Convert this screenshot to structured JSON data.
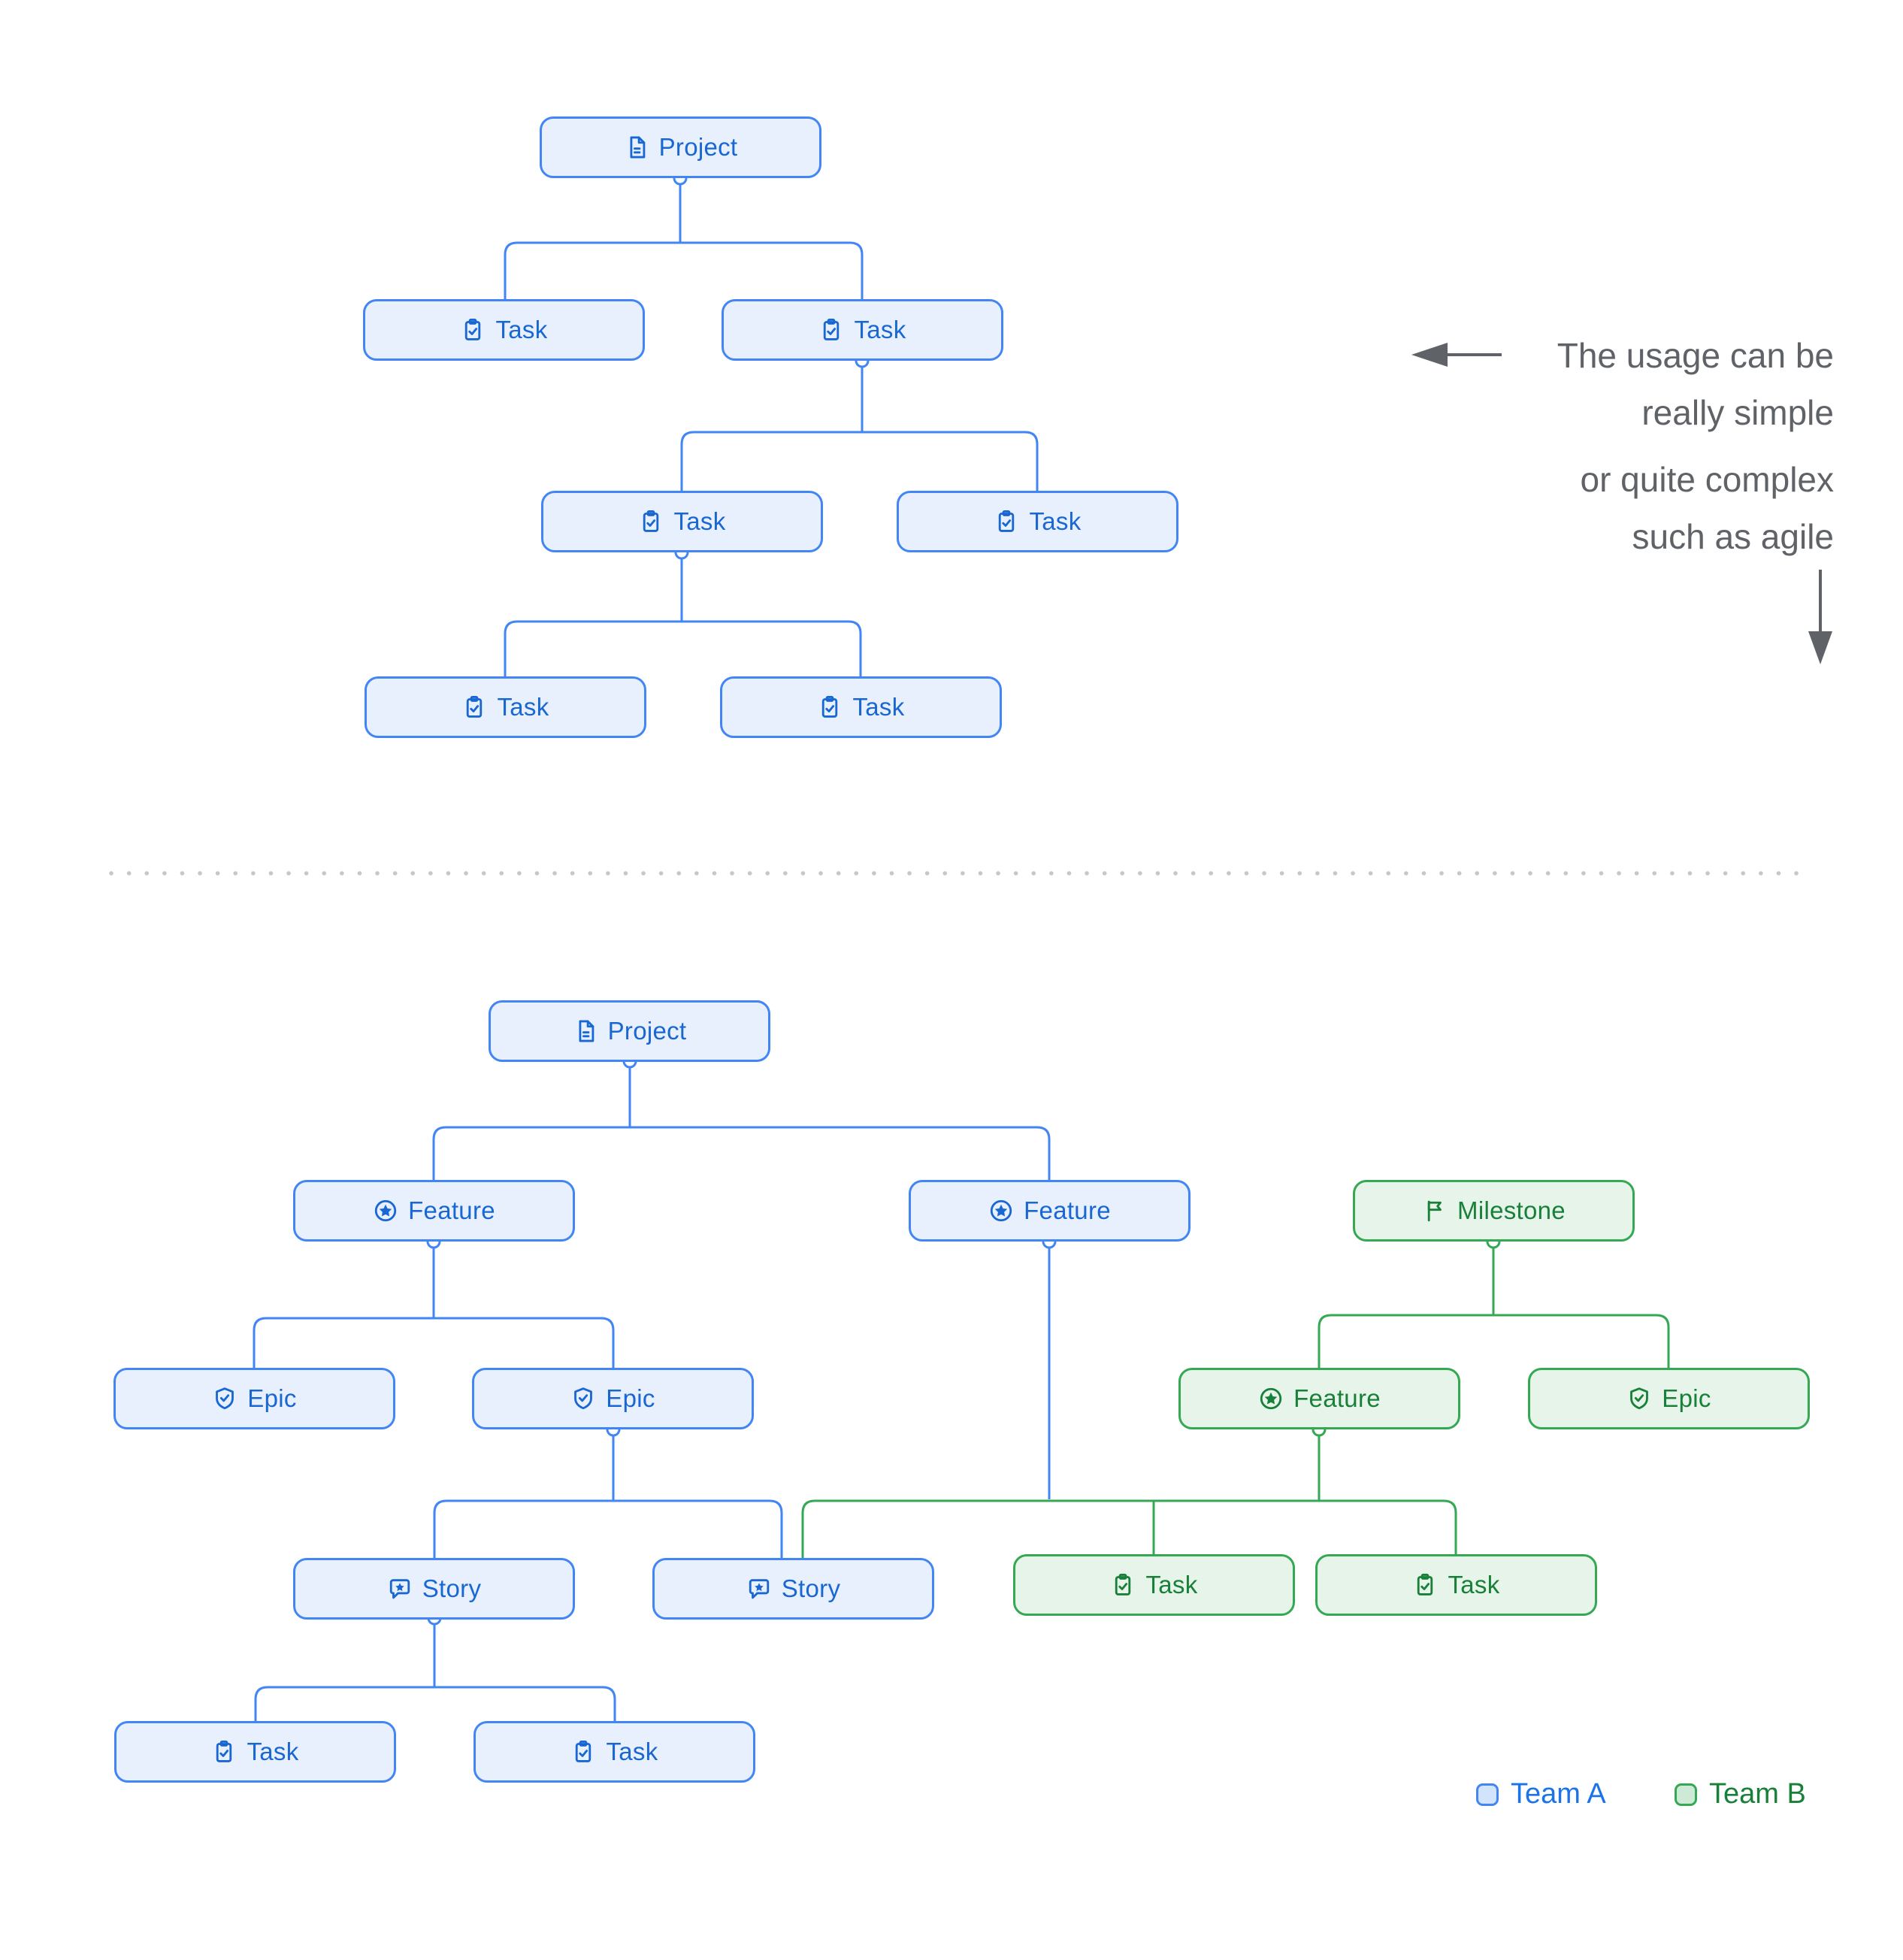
{
  "colors": {
    "team_a_border": "#4285f4",
    "team_a_fill": "#e8f0fe",
    "team_a_text": "#1967d2",
    "team_b_border": "#34a853",
    "team_b_fill": "#e6f4ea",
    "team_b_text": "#188038",
    "annotation_text": "#5f6368",
    "separator_dots": "#c4c7cb"
  },
  "icons": {
    "project": "document-icon",
    "task": "clipboard-check-icon",
    "feature": "star-circle-icon",
    "epic": "shield-check-icon",
    "story": "message-star-icon",
    "milestone": "flag-icon"
  },
  "annotations": {
    "simple": {
      "line1": "The usage can be",
      "line2": "really simple"
    },
    "complex": {
      "line1": "or quite complex",
      "line2": "such as agile"
    }
  },
  "legend": {
    "team_a": "Team A",
    "team_b": "Team B"
  },
  "top_tree": {
    "project": {
      "label": "Project"
    },
    "tasks": [
      {
        "label": "Task"
      },
      {
        "label": "Task"
      },
      {
        "label": "Task"
      },
      {
        "label": "Task"
      },
      {
        "label": "Task"
      },
      {
        "label": "Task"
      }
    ]
  },
  "bottom_tree": {
    "project": {
      "label": "Project"
    },
    "features_blue": [
      {
        "label": "Feature"
      },
      {
        "label": "Feature"
      }
    ],
    "milestone": {
      "label": "Milestone"
    },
    "epics_blue": [
      {
        "label": "Epic"
      },
      {
        "label": "Epic"
      }
    ],
    "feature_green": {
      "label": "Feature"
    },
    "epic_green": {
      "label": "Epic"
    },
    "stories": [
      {
        "label": "Story"
      },
      {
        "label": "Story"
      }
    ],
    "tasks_green": [
      {
        "label": "Task"
      },
      {
        "label": "Task"
      }
    ],
    "tasks_blue": [
      {
        "label": "Task"
      },
      {
        "label": "Task"
      }
    ]
  }
}
